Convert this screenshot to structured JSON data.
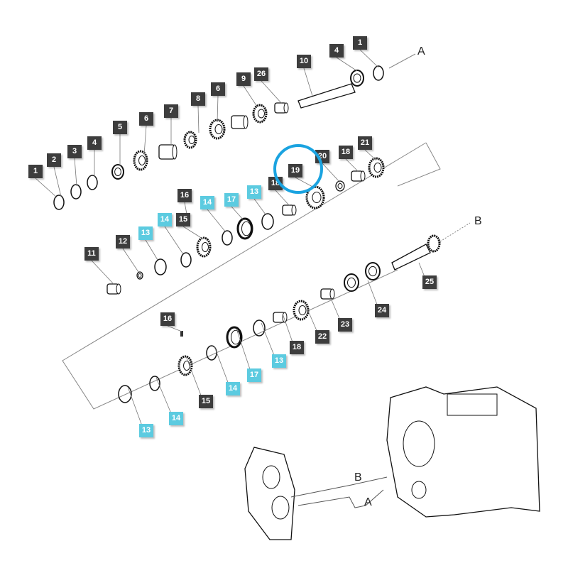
{
  "diagram": {
    "highlight_color": "#1aa3e0",
    "callout_dark_color": "#3d3d3d",
    "callout_cyan_color": "#5ccbe0",
    "highlighted_callout": "19",
    "callouts": [
      {
        "text": "1",
        "style": "dark"
      },
      {
        "text": "4",
        "style": "dark"
      },
      {
        "text": "10",
        "style": "dark"
      },
      {
        "text": "26",
        "style": "dark"
      },
      {
        "text": "9",
        "style": "dark"
      },
      {
        "text": "6",
        "style": "dark"
      },
      {
        "text": "8",
        "style": "dark"
      },
      {
        "text": "7",
        "style": "dark"
      },
      {
        "text": "6",
        "style": "dark"
      },
      {
        "text": "5",
        "style": "dark"
      },
      {
        "text": "4",
        "style": "dark"
      },
      {
        "text": "3",
        "style": "dark"
      },
      {
        "text": "2",
        "style": "dark"
      },
      {
        "text": "1",
        "style": "dark"
      },
      {
        "text": "20",
        "style": "dark"
      },
      {
        "text": "18",
        "style": "dark"
      },
      {
        "text": "21",
        "style": "dark"
      },
      {
        "text": "19",
        "style": "dark"
      },
      {
        "text": "18",
        "style": "dark"
      },
      {
        "text": "16",
        "style": "dark"
      },
      {
        "text": "14",
        "style": "cyan"
      },
      {
        "text": "17",
        "style": "cyan"
      },
      {
        "text": "13",
        "style": "cyan"
      },
      {
        "text": "15",
        "style": "dark"
      },
      {
        "text": "14",
        "style": "cyan"
      },
      {
        "text": "13",
        "style": "cyan"
      },
      {
        "text": "12",
        "style": "dark"
      },
      {
        "text": "11",
        "style": "dark"
      },
      {
        "text": "25",
        "style": "dark"
      },
      {
        "text": "24",
        "style": "dark"
      },
      {
        "text": "23",
        "style": "dark"
      },
      {
        "text": "22",
        "style": "dark"
      },
      {
        "text": "18",
        "style": "dark"
      },
      {
        "text": "13",
        "style": "cyan"
      },
      {
        "text": "17",
        "style": "cyan"
      },
      {
        "text": "14",
        "style": "cyan"
      },
      {
        "text": "15",
        "style": "dark"
      },
      {
        "text": "16",
        "style": "dark"
      },
      {
        "text": "14",
        "style": "cyan"
      },
      {
        "text": "13",
        "style": "cyan"
      }
    ],
    "refs": [
      "A",
      "B",
      "B",
      "A"
    ]
  }
}
